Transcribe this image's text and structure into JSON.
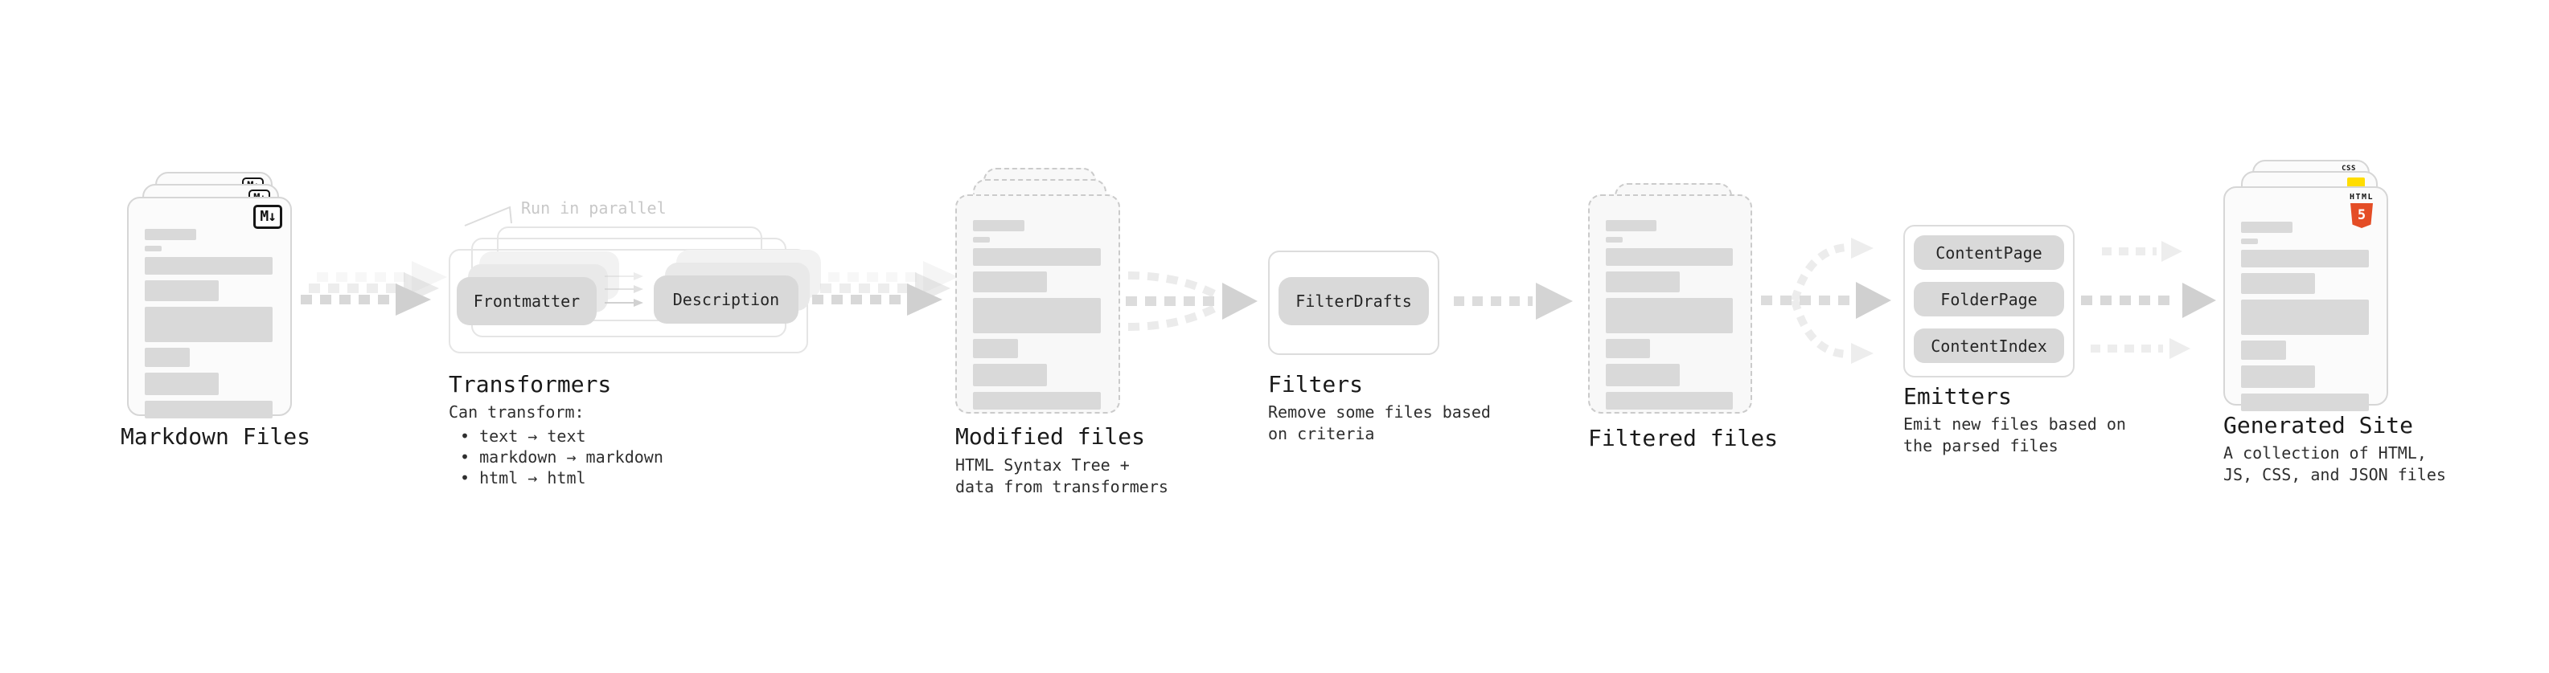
{
  "stage_markdown": {
    "label": "Markdown Files",
    "badge": "M↓"
  },
  "stage_transformers": {
    "heading": "Transformers",
    "callout": "Run in parallel",
    "pill_frontmatter": "Frontmatter",
    "pill_description": "Description",
    "caption": "Can transform:",
    "bullets": [
      "• text → text",
      "• markdown → markdown",
      "• html → html"
    ]
  },
  "stage_modified": {
    "heading": "Modified files",
    "caption": "HTML Syntax Tree +\ndata from transformers"
  },
  "stage_filters": {
    "heading": "Filters",
    "pill": "FilterDrafts",
    "caption": "Remove some files based\non criteria"
  },
  "stage_filtered": {
    "heading": "Filtered files"
  },
  "stage_emitters": {
    "heading": "Emitters",
    "pills": [
      "ContentPage",
      "FolderPage",
      "ContentIndex"
    ],
    "caption": "Emit new files based on\nthe parsed files"
  },
  "stage_generated": {
    "heading": "Generated Site",
    "caption": "A collection of HTML,\nJS, CSS, and JSON files",
    "html_label": "HTML",
    "html_number": "5",
    "css_label": "CSS"
  },
  "colors": {
    "html5_orange": "#e44d26",
    "js_yellow": "#ffdd00",
    "css_blue": "#2e6ce4",
    "pill_gray": "#d9d9d9",
    "arrow_gray": "#d0d0d0"
  }
}
